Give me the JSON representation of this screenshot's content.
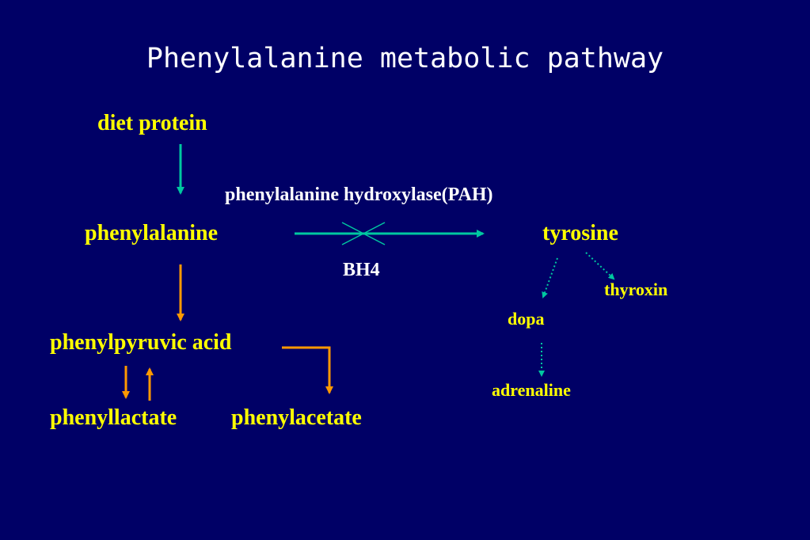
{
  "title": "Phenylalanine metabolic pathway",
  "nodes": {
    "diet_protein": "diet protein",
    "phenylalanine": "phenylalanine",
    "tyrosine": "tyrosine",
    "phenylpyruvic_acid": "phenylpyruvic acid",
    "phenyllactate": "phenyllactate",
    "phenylacetate": "phenylacetate",
    "thyroxin": "thyroxin",
    "dopa": "dopa",
    "adrenaline": "adrenaline"
  },
  "enzyme": {
    "name": "phenylalanine hydroxylase(PAH)",
    "cofactor": "BH4"
  },
  "colors": {
    "background": "#000066",
    "title_text": "#ffffff",
    "node_text": "#ffff00",
    "enzyme_text": "#ffffff",
    "main_arrow": "#00c8a0",
    "side_arrow": "#ff9900",
    "dotted_arrow": "#00c8a0",
    "block_mark": "#00c8a0"
  }
}
